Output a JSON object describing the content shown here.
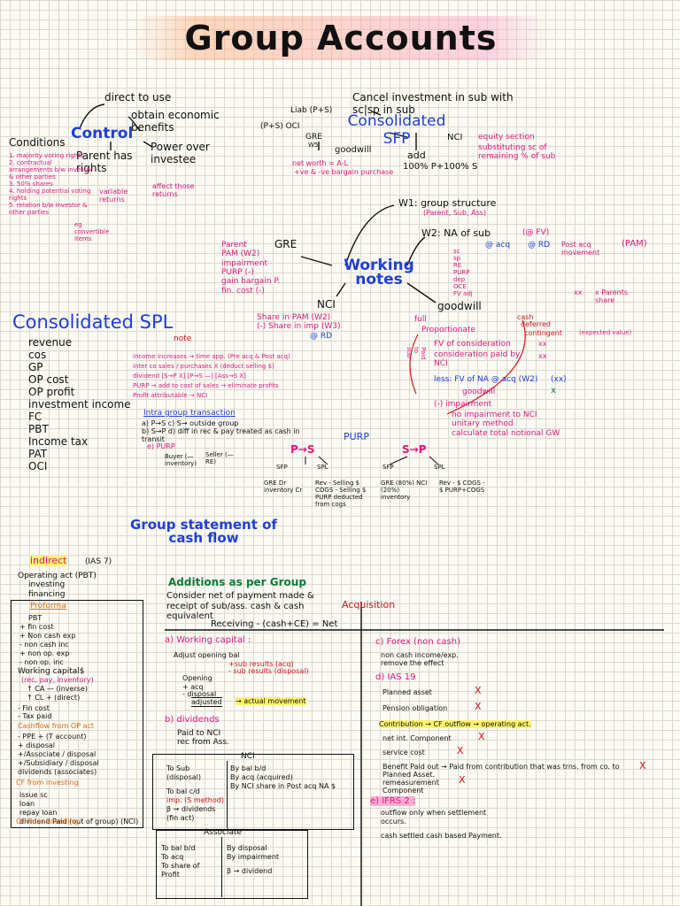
{
  "title": "Group Accounts",
  "control": {
    "label": "Control",
    "direct": "direct to use",
    "obtain": "obtain economic benefits",
    "parent": "Parent has rights",
    "power": "Power over investee",
    "variable": "variable returns",
    "affect": "affect those returns",
    "conditions_label": "Conditions",
    "conditions": [
      "1. majority voting rights",
      "2. contractual arrangements b/w investor & other parties",
      "3. 50% shares",
      "4. holding potential voting rights",
      "5. relation b/w investor & other parties"
    ],
    "convertible": "eg convertible items"
  },
  "sfp": {
    "label": "Consolidated SFP",
    "cancel": "Cancel investment in sub with sc|sp in sub",
    "liab": "Liab (P+S)",
    "oci": "(P+S) OCI",
    "gre": "GRE",
    "goodwill": "goodwill",
    "w5": "W5",
    "nci": "NCI",
    "equity": "equity section",
    "subst": "substituting sc of remaining % of sub",
    "add": "add",
    "add2": "100% P+100% S",
    "networth": "net worth = A-L",
    "bargain": "+ve & -ve bargain purchase"
  },
  "wn": {
    "label": "Working notes",
    "w1": "W1: group structure",
    "w1sub": "(Parent, Sub, Ass)",
    "w2": "W2: NA of sub",
    "fv": "(@ FV)",
    "acq": "@ acq",
    "rd": "@ RD",
    "post": "Post acq movement",
    "pam": "(PAM)",
    "w2items": [
      "sc",
      "sp",
      "RE",
      "PURP",
      "dep",
      "OCE",
      "FV adj"
    ],
    "xxnote": "xx",
    "parents_share": "x Parents share",
    "gre_label": "GRE",
    "gre_items": [
      "Parent",
      "PAM (W2)",
      "impairment",
      "PURP (-)",
      "gain bargain P.",
      "fin. cost (-)"
    ],
    "nci_label": "NCI",
    "nci_items": [
      "Share in PAM (W2)",
      "(-) Share in imp (W3)",
      "@ RD"
    ],
    "gw_label": "goodwill",
    "full": "full",
    "prop": "Proportionate",
    "paid": "Paid to sub",
    "cash": "cash",
    "deferred": "deferred",
    "contingent": "contingent",
    "expected": "(expected value)",
    "fv_cons": "FV of consideration",
    "cons_paid": "consideration paid by NCI",
    "less": "less: FV of NA @ acq (W2)",
    "gw": "goodwill",
    "imp": "(-) impairment",
    "bullets": [
      "no impairment to NCI",
      "unitary method",
      "calculate total notional GW"
    ],
    "xx1": "xx",
    "xx2": "xx",
    "xx3": "(xx)",
    "x": "x"
  },
  "spl": {
    "label": "Consolidated SPL",
    "note": "note",
    "lines": [
      "revenue",
      "cos",
      "GP",
      "OP cost",
      "OP profit",
      "investment income",
      "FC",
      "PBT",
      "Income tax",
      "PAT",
      "OCI"
    ],
    "notes": [
      "income increases → time app. (Pre acq & Post acq)",
      "inter co sales / purchases X (deduct selling $)",
      "dividend [S→P X] [P→S —] [Ass→S X]",
      "PURP → add to cost of sales → eliminate profits",
      "Profit attributable → NCI"
    ],
    "intra_label": "Intra group transaction",
    "intra": [
      "a) P→S   c) S→ outside group",
      "b) S→P   d) diff in rec & pay treated as cash in transit"
    ],
    "e_purp": "e) PURP",
    "buyer": "Buyer (—inventory)",
    "seller": "Seller (— RE)",
    "purp": "PURP",
    "ps": "P→S",
    "sp": "S→P",
    "sfp": "SFP",
    "splx": "SPL",
    "ps_sfp": "GRE Dr inventory Cr",
    "ps_spl": "Rev - Selling $ COGS - Selling $ PURP deducted from cogs",
    "sp_sfp": "GRE (80%) NCI (20%) inventory",
    "sp_spl": "Rev - $ COGS - $ PURP+COGS"
  },
  "cf": {
    "label": "Group statement of cash flow",
    "indirect": "indirect",
    "ias7": "(IAS 7)",
    "ops": [
      "Operating act (PBT)",
      "investing",
      "financing"
    ],
    "proforma": "Proforma",
    "pf": [
      "PBT",
      "+ fin cost",
      "+ Non cash exp",
      "- non cash inc",
      "+ non op. exp",
      "- non op. inc"
    ],
    "wc": "Working capital$",
    "wc2": "(rec, pay, inventory)",
    "wc3": "↑ CA — (inverse)",
    "wc4": "↑ CL + (direct)",
    "fin": [
      "- Fin cost",
      "- Tax paid"
    ],
    "cfoa": "Cashflow from OP act",
    "ppe": "- PPE + (T account)",
    "ppe2": "+ disposal",
    "ppe3": "+/Associate / disposal",
    "ppe4": "+/Subsidiary / disposal",
    "ppe5": "dividends (associates)",
    "cfinv": "CF from investing",
    "fin2": [
      "issue sc",
      "loan",
      "repay loan",
      "dividend Paid (out of group) (NCI)"
    ],
    "cffin": "CF from financing",
    "additions": "Additions as per Group",
    "consider": "Consider net of payment made & receipt of sub/ass. cash & cash equivalent",
    "acquisition": "Acquisition",
    "receiving": "Receiving - (cash+CE) = Net",
    "wc_head": "a) Working capital :",
    "adjust": "Adjust opening bal",
    "subres": "+sub results (acq)",
    "subres2": "- sub results (disposal)",
    "opening": "Opening",
    "acqp": "+ acq",
    "dispm": "- disposal",
    "adjusted": "adjusted",
    "actual": "→ actual movement",
    "div_head": "b) dividends",
    "div": [
      "Paid to NCI",
      "rec from Ass."
    ],
    "nci_t": "NCI",
    "nci_l": [
      "To Sub (disposal)",
      "To bal c/d",
      "β → dividends (fin act)"
    ],
    "nci_imp": "imp. (S method)",
    "nci_r": [
      "By bal b/d",
      "By acq (acquired)",
      "By NCI share in Post acq NA $"
    ],
    "ass_t": "Associate",
    "ass_l": [
      "To bal b/d",
      "To acq",
      "To share of Profit"
    ],
    "ass_r": [
      "By disposal",
      "By impairment",
      "β → dividend"
    ],
    "forex": "c) Forex (non cash)",
    "forex_items": [
      "non cash income/exp.",
      "remove the effect"
    ],
    "ias19": "d) IAS 19",
    "ias19_items": [
      "Planned asset",
      "Pension obligation",
      "Contribution → CF outflow → operating act.",
      "net int. Component",
      "service cost",
      "Benefit Paid out → Paid from contribution that was trns. from co. to Planned Asset.",
      "remeasurement Component"
    ],
    "ifrs2": "e) IFRS 2 :",
    "ifrs2_items": [
      "outflow only when settlement occurs.",
      "cash settled cash based Payment."
    ],
    "xmark": "X"
  }
}
